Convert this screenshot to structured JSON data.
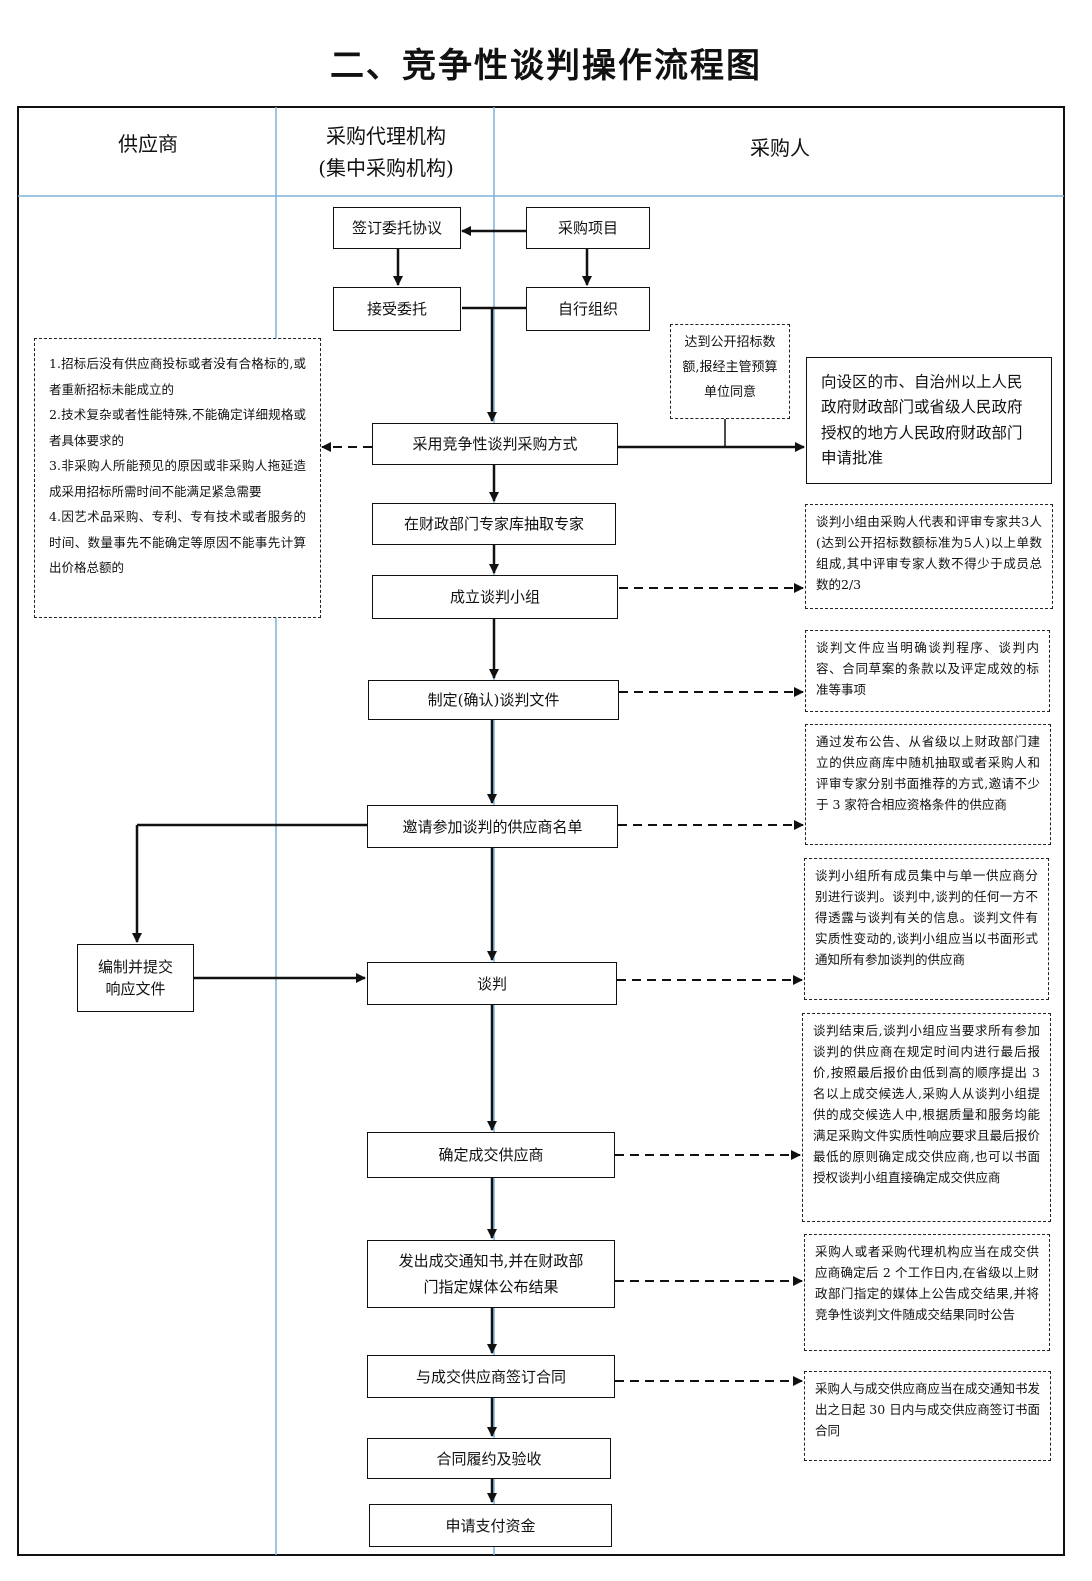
{
  "title": "二、竞争性谈判操作流程图",
  "lanes": {
    "supplier": "供应商",
    "agency_line1": "采购代理机构",
    "agency_line2": "(集中采购机构)",
    "purchaser": "采购人"
  },
  "nodes": {
    "sign_agreement": "签订委托协议",
    "project": "采购项目",
    "accept_entrust": "接受委托",
    "self_organize": "自行组织",
    "adopt_method": "采用竞争性谈判采购方式",
    "draw_experts": "在财政部门专家库抽取专家",
    "form_team": "成立谈判小组",
    "make_docs": "制定(确认)谈判文件",
    "invite_list": "邀请参加谈判的供应商名单",
    "prepare_response_line1": "编制并提交",
    "prepare_response_line2": "响应文件",
    "negotiate": "谈判",
    "determine_supplier": "确定成交供应商",
    "issue_notice_line1": "发出成交通知书,并在财政部",
    "issue_notice_line2": "门指定媒体公布结果",
    "sign_contract": "与成交供应商签订合同",
    "perform_accept": "合同履约及验收",
    "apply_payment": "申请支付资金"
  },
  "notes": {
    "conditions": [
      "1.招标后没有供应商投标或者没有合格标的,或者重新招标未能成立的",
      "2.技术复杂或者性能特殊,不能确定详细规格或者具体要求的",
      "3.非采购人所能预见的原因或非采购人拖延造成采用招标所需时间不能满足紧急需要",
      "4.因艺术品采购、专利、专有技术或者服务的时间、数量事先不能确定等原因不能事先计算出价格总额的"
    ],
    "threshold": "达到公开招标数额,报经主管预算单位同意",
    "approval": "向设区的市、自治州以上人民政府财政部门或省级人民政府授权的地方人民政府财政部门申请批准",
    "team": "谈判小组由采购人代表和评审专家共3人(达到公开招标数额标准为5人)以上单数组成,其中评审专家人数不得少于成员总数的2/3",
    "docs": "谈判文件应当明确谈判程序、谈判内容、合同草案的条款以及评定成效的标准等事项",
    "invite": "通过发布公告、从省级以上财政部门建立的供应商库中随机抽取或者采购人和评审专家分别书面推荐的方式,邀请不少于 3 家符合相应资格条件的供应商",
    "negotiate": "谈判小组所有成员集中与单一供应商分别进行谈判。谈判中,谈判的任何一方不得透露与谈判有关的信息。谈判文件有实质性变动的,谈判小组应当以书面形式通知所有参加谈判的供应商",
    "determine": "谈判结束后,谈判小组应当要求所有参加谈判的供应商在规定时间内进行最后报价,按照最后报价由低到高的顺序提出 3 名以上成交候选人,采购人从谈判小组提供的成交候选人中,根据质量和服务均能满足采购文件实质性响应要求且最后报价最低的原则确定成交供应商,也可以书面授权谈判小组直接确定成交供应商",
    "announce": "采购人或者采购代理机构应当在成交供应商确定后 2 个工作日内,在省级以上财政部门指定的媒体上公告成交结果,并将竞争性谈判文件随成交结果同时公告",
    "contract": "采购人与成交供应商应当在成交通知书发出之日起 30 日内与成交供应商签订书面合同"
  }
}
